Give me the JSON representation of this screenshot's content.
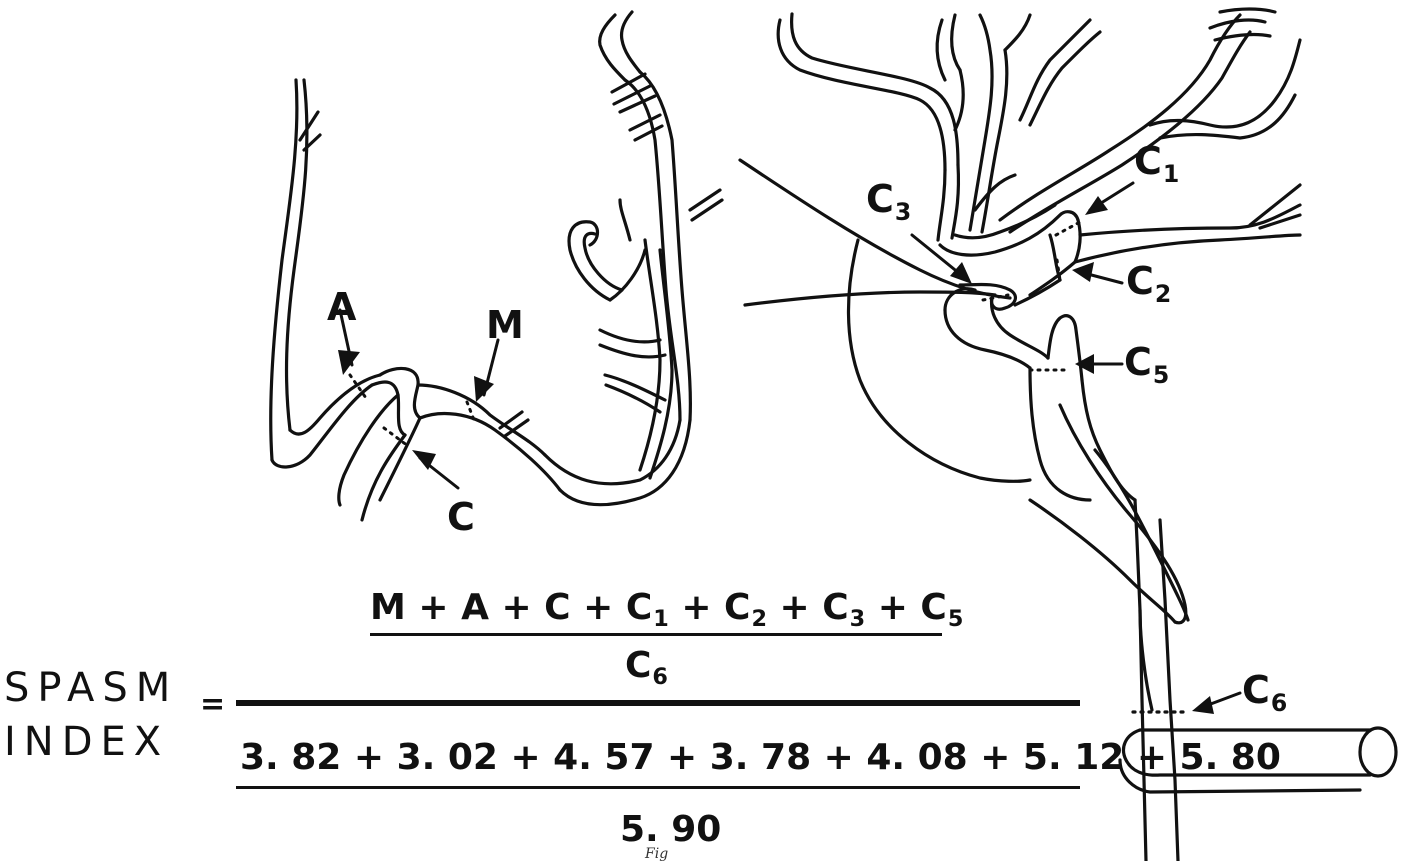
{
  "labels": {
    "A": "A",
    "M": "M",
    "C": "C",
    "C1": {
      "base": "C",
      "sub": "1"
    },
    "C2": {
      "base": "C",
      "sub": "2"
    },
    "C3": {
      "base": "C",
      "sub": "3"
    },
    "C5": {
      "base": "C",
      "sub": "5"
    },
    "C6": {
      "base": "C",
      "sub": "6"
    }
  },
  "formula": {
    "lhs_line1": "SPASM",
    "lhs_line2": "INDEX",
    "equals": "=",
    "top_numerator_text": "M + A + C + C",
    "top_numerator_terms": [
      {
        "base": "M"
      },
      {
        "op": "+"
      },
      {
        "base": "A"
      },
      {
        "op": "+"
      },
      {
        "base": "C"
      },
      {
        "op": "+"
      },
      {
        "base": "C",
        "sub": "1"
      },
      {
        "op": "+"
      },
      {
        "base": "C",
        "sub": "2"
      },
      {
        "op": "+"
      },
      {
        "base": "C",
        "sub": "3"
      },
      {
        "op": "+"
      },
      {
        "base": "C",
        "sub": "5"
      }
    ],
    "top_denominator": {
      "base": "C",
      "sub": "6"
    },
    "bottom_numerator": "3. 82 + 3. 02 + 4. 57 + 3. 78 + 4. 08 + 5. 12 + 5. 80",
    "bottom_denominator": "5. 90"
  },
  "caption": "Fig"
}
